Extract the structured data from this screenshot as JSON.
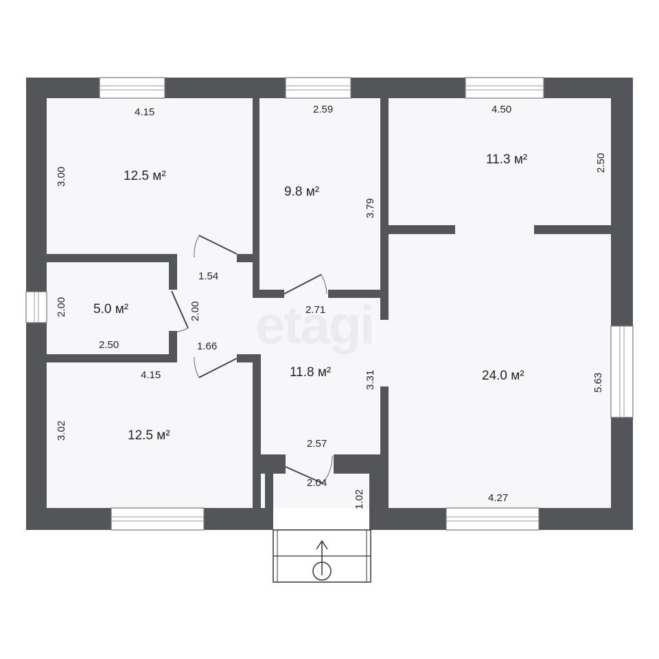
{
  "watermark": "etagi",
  "rooms": [
    {
      "name": "room-top-left",
      "area": "12.5 м²"
    },
    {
      "name": "room-top-middle",
      "area": "9.8 м²"
    },
    {
      "name": "room-top-right",
      "area": "11.3 м²"
    },
    {
      "name": "room-small-left",
      "area": "5.0 м²"
    },
    {
      "name": "room-hall",
      "area": "11.8 м²"
    },
    {
      "name": "room-large-right",
      "area": "24.0 м²"
    },
    {
      "name": "room-bottom-left",
      "area": "12.5 м²"
    }
  ],
  "dimensions": {
    "top_left_width": "4.15",
    "top_left_height": "3.00",
    "top_mid_width": "2.59",
    "top_mid_height": "3.79",
    "top_right_width": "4.50",
    "top_right_height": "2.50",
    "small_height": "2.00",
    "small_width": "2.50",
    "corridor_top": "1.54",
    "corridor_vertical": "2.00",
    "corridor_bottom": "1.66",
    "hall_top": "2.71",
    "hall_right": "3.31",
    "hall_bottom": "2.57",
    "bottom_left_width": "4.15",
    "bottom_left_height": "3.02",
    "large_height": "5.63",
    "large_width": "4.27",
    "vestibule_width": "2.04",
    "vestibule_height": "1.02"
  }
}
